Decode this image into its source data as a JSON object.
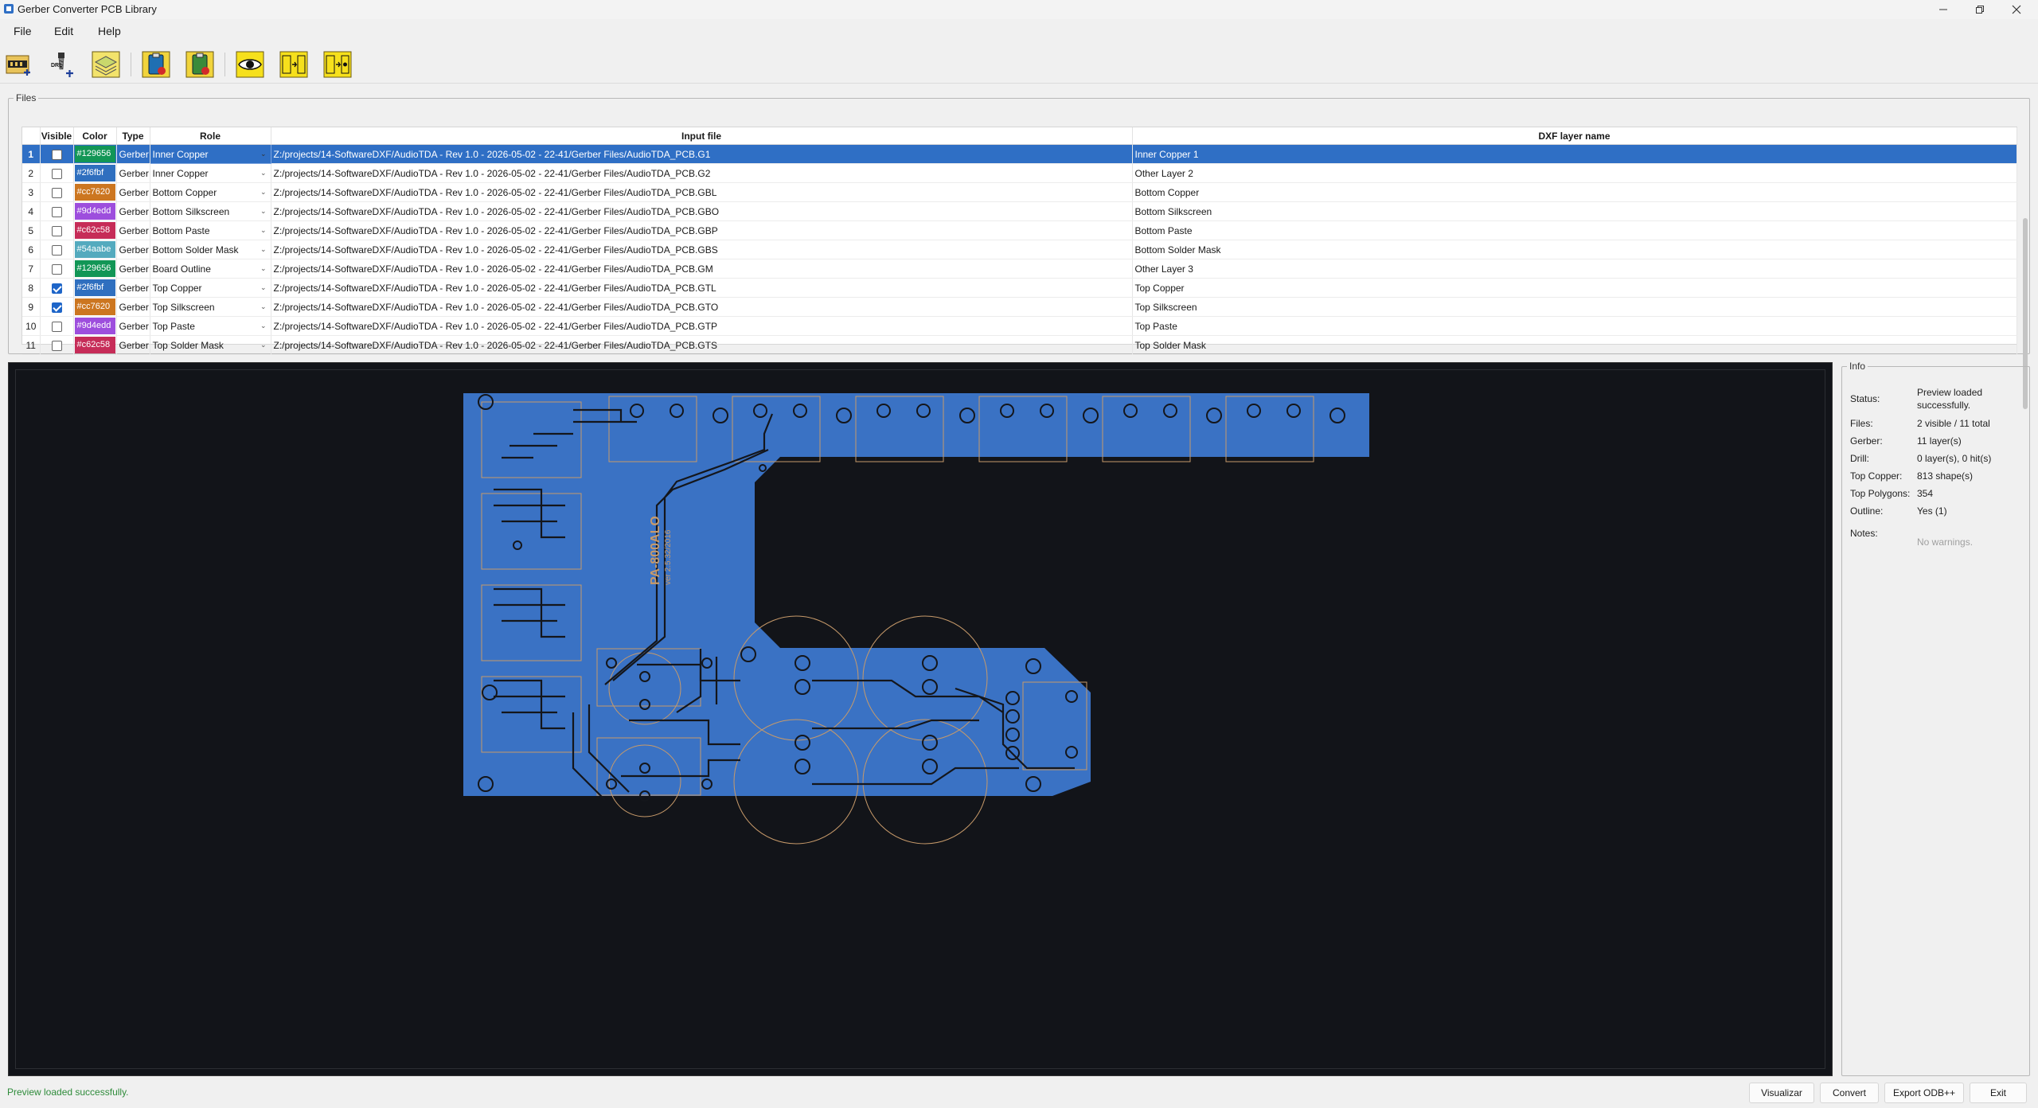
{
  "window": {
    "title": "Gerber Converter PCB Library"
  },
  "menu": {
    "file": "File",
    "edit": "Edit",
    "help": "Help"
  },
  "toolbar": {
    "drl_label": "DRL"
  },
  "files": {
    "group_title": "Files",
    "columns": [
      "Visible",
      "Color",
      "Type",
      "Role",
      "Input file",
      "DXF layer name"
    ],
    "rows": [
      {
        "n": "1",
        "visible": false,
        "color": "#129656",
        "type": "Gerber",
        "role": "Inner Copper",
        "input": "Z:/projects/14-SoftwareDXF/AudioTDA - Rev  1.0 - 2026-05-02 - 22-41/Gerber Files/AudioTDA_PCB.G1",
        "dxf": "Inner Copper 1"
      },
      {
        "n": "2",
        "visible": false,
        "color": "#2f6fbf",
        "type": "Gerber",
        "role": "Inner Copper",
        "input": "Z:/projects/14-SoftwareDXF/AudioTDA - Rev  1.0 - 2026-05-02 - 22-41/Gerber Files/AudioTDA_PCB.G2",
        "dxf": "Other Layer 2"
      },
      {
        "n": "3",
        "visible": false,
        "color": "#cc7620",
        "type": "Gerber",
        "role": "Bottom Copper",
        "input": "Z:/projects/14-SoftwareDXF/AudioTDA - Rev  1.0 - 2026-05-02 - 22-41/Gerber Files/AudioTDA_PCB.GBL",
        "dxf": "Bottom Copper"
      },
      {
        "n": "4",
        "visible": false,
        "color": "#9d4edd",
        "type": "Gerber",
        "role": "Bottom Silkscreen",
        "input": "Z:/projects/14-SoftwareDXF/AudioTDA - Rev  1.0 - 2026-05-02 - 22-41/Gerber Files/AudioTDA_PCB.GBO",
        "dxf": "Bottom Silkscreen"
      },
      {
        "n": "5",
        "visible": false,
        "color": "#c62c58",
        "type": "Gerber",
        "role": "Bottom Paste",
        "input": "Z:/projects/14-SoftwareDXF/AudioTDA - Rev  1.0 - 2026-05-02 - 22-41/Gerber Files/AudioTDA_PCB.GBP",
        "dxf": "Bottom Paste"
      },
      {
        "n": "6",
        "visible": false,
        "color": "#54aabe",
        "type": "Gerber",
        "role": "Bottom Solder Mask",
        "input": "Z:/projects/14-SoftwareDXF/AudioTDA - Rev  1.0 - 2026-05-02 - 22-41/Gerber Files/AudioTDA_PCB.GBS",
        "dxf": "Bottom Solder Mask"
      },
      {
        "n": "7",
        "visible": false,
        "color": "#129656",
        "type": "Gerber",
        "role": "Board Outline",
        "input": "Z:/projects/14-SoftwareDXF/AudioTDA - Rev  1.0 - 2026-05-02 - 22-41/Gerber Files/AudioTDA_PCB.GM",
        "dxf": "Other Layer 3"
      },
      {
        "n": "8",
        "visible": true,
        "color": "#2f6fbf",
        "type": "Gerber",
        "role": "Top Copper",
        "input": "Z:/projects/14-SoftwareDXF/AudioTDA - Rev  1.0 - 2026-05-02 - 22-41/Gerber Files/AudioTDA_PCB.GTL",
        "dxf": "Top Copper"
      },
      {
        "n": "9",
        "visible": true,
        "color": "#cc7620",
        "type": "Gerber",
        "role": "Top Silkscreen",
        "input": "Z:/projects/14-SoftwareDXF/AudioTDA - Rev  1.0 - 2026-05-02 - 22-41/Gerber Files/AudioTDA_PCB.GTO",
        "dxf": "Top Silkscreen"
      },
      {
        "n": "10",
        "visible": false,
        "color": "#9d4edd",
        "type": "Gerber",
        "role": "Top Paste",
        "input": "Z:/projects/14-SoftwareDXF/AudioTDA - Rev  1.0 - 2026-05-02 - 22-41/Gerber Files/AudioTDA_PCB.GTP",
        "dxf": "Top Paste"
      },
      {
        "n": "11",
        "visible": false,
        "color": "#c62c58",
        "type": "Gerber",
        "role": "Top Solder Mask",
        "input": "Z:/projects/14-SoftwareDXF/AudioTDA - Rev  1.0 - 2026-05-02 - 22-41/Gerber Files/AudioTDA_PCB.GTS",
        "dxf": "Top Solder Mask"
      }
    ]
  },
  "preview": {
    "board_color": "#3a72c4",
    "silk_color": "#c79a6a",
    "board_text": "PA-800ALO",
    "board_subtext": "ver 2.5.32/2016"
  },
  "info": {
    "group_title": "Info",
    "status_label": "Status:",
    "status_value": "Preview loaded successfully.",
    "files_label": "Files:",
    "files_value": "2 visible / 11 total",
    "gerber_label": "Gerber:",
    "gerber_value": "11 layer(s)",
    "drill_label": "Drill:",
    "drill_value": "0 layer(s), 0 hit(s)",
    "topcopper_label": "Top Copper:",
    "topcopper_value": "813 shape(s)",
    "toppoly_label": "Top Polygons:",
    "toppoly_value": "354",
    "outline_label": "Outline:",
    "outline_value": "Yes (1)",
    "notes_label": "Notes:",
    "notes_value": "No warnings."
  },
  "status_bar": {
    "message": "Preview loaded successfully."
  },
  "buttons": {
    "visualize": "Visualizar",
    "convert": "Convert",
    "export": "Export ODB++",
    "exit": "Exit"
  }
}
